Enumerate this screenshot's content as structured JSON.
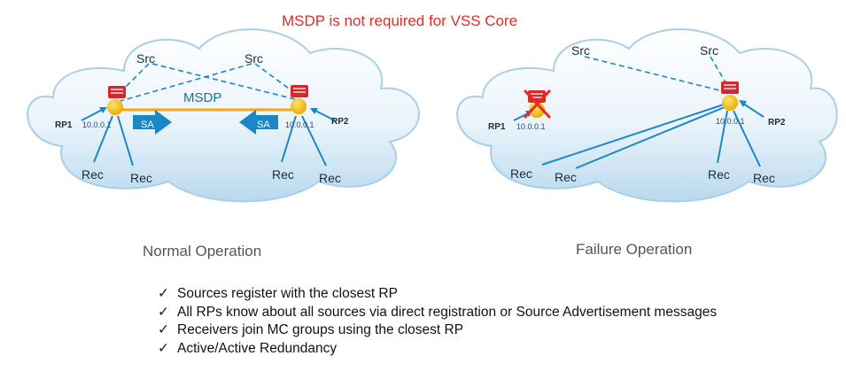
{
  "title": "MSDP is not required for VSS Core",
  "colors": {
    "title_red": "#e02b2b",
    "line_blue": "#1c87c6",
    "msdp_orange": "#f2a516",
    "router_red": "#d9262c",
    "rp_yellow": "#f4c20f",
    "failure_x": "#e8291c"
  },
  "normal": {
    "caption": "Normal Operation",
    "src_left": "Src",
    "src_right": "Src",
    "msdp_label": "MSDP",
    "sa_left": "SA",
    "sa_right": "SA",
    "rp1": "RP1",
    "rp1_ip": "10.0.0.1",
    "rp2": "RP2",
    "rp2_ip": "10.0.0.1",
    "rec": [
      "Rec",
      "Rec",
      "Rec",
      "Rec"
    ]
  },
  "failure": {
    "caption": "Failure Operation",
    "src_left": "Src",
    "src_right": "Src",
    "rp1": "RP1",
    "rp1_ip": "10.0.0.1",
    "rp2": "RP2",
    "rp2_ip": "10.0.0.1",
    "rec": [
      "Rec",
      "Rec",
      "Rec",
      "Rec"
    ]
  },
  "bullets": [
    "Sources register with the closest RP",
    "All RPs know about all sources via direct registration or Source Advertisement messages",
    "Receivers join MC groups using the closest RP",
    "Active/Active Redundancy"
  ],
  "check_mark": "✓"
}
